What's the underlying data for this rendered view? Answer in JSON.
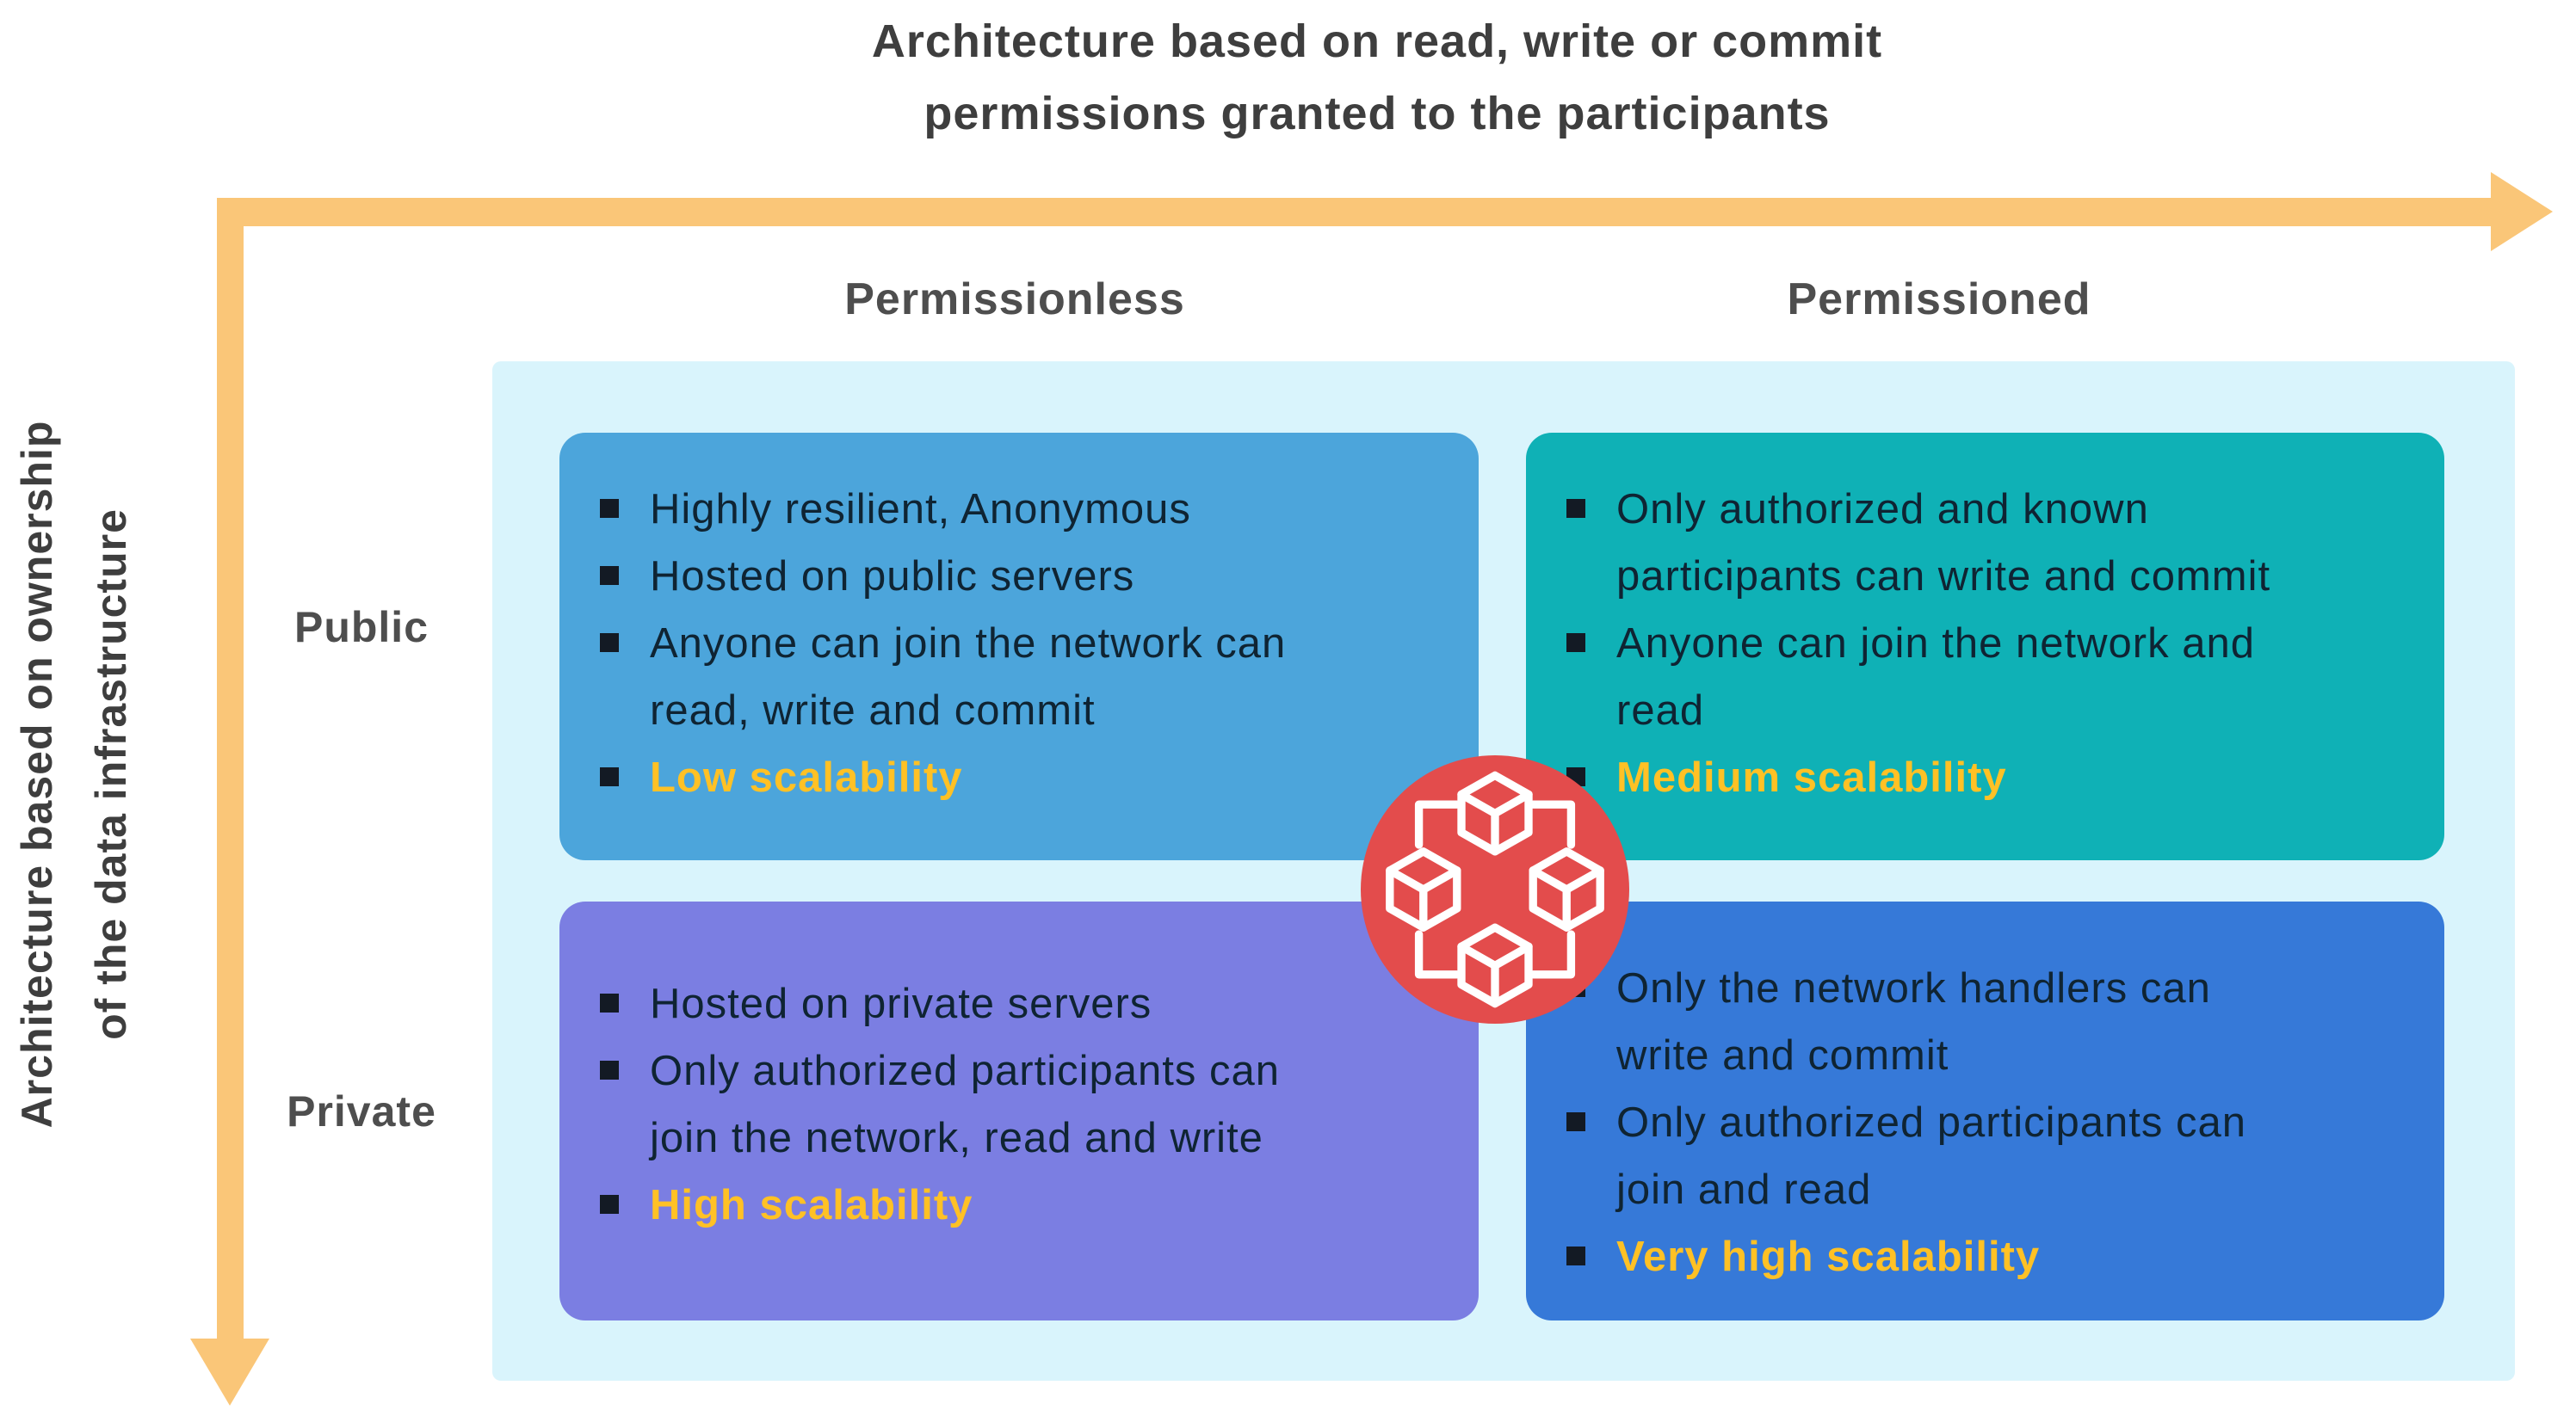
{
  "title": {
    "line1": "Architecture based on read, write or commit",
    "line2": "permissions granted to the participants"
  },
  "x_axis": {
    "col1": "Permissionless",
    "col2": "Permissioned"
  },
  "y_axis": {
    "label_line1": "Architecture based on ownership",
    "label_line2": "of the data infrastructure",
    "row1": "Public",
    "row2": "Private"
  },
  "quadrants": {
    "public_permissionless": {
      "items": [
        "Highly resilient, Anonymous",
        "Hosted on public servers",
        "Anyone can join the network can\nread, write and commit",
        "Low scalability"
      ]
    },
    "public_permissioned": {
      "items": [
        "Only authorized and known\nparticipants can write and commit",
        "Anyone can join the network and\nread",
        "Medium scalability"
      ]
    },
    "private_permissionless": {
      "items": [
        "Hosted on private servers",
        "Only authorized participants can\njoin the network, read and write",
        "High scalability"
      ]
    },
    "private_permissioned": {
      "items": [
        "Only the network handlers can\nwrite and commit",
        "Only authorized participants can\njoin and read",
        "Very high scalability"
      ]
    }
  },
  "center_icon": {
    "name": "blockchain-network-icon"
  },
  "colors": {
    "arrow": "#FAC678",
    "panel": "#D9F4FC",
    "quad_public_permissionless": "#4CA5DB",
    "quad_public_permissioned": "#0FB1B6",
    "quad_private_permissionless": "#7B7EE2",
    "quad_private_permissioned": "#3679D8",
    "center_badge": "#E34C4C",
    "highlight_text": "#FFC125",
    "bullet_text": "#0F2433",
    "bullet_marker": "#131A24",
    "heading_text": "#3E3E3E",
    "axis_label_text": "#4E4E4E"
  }
}
